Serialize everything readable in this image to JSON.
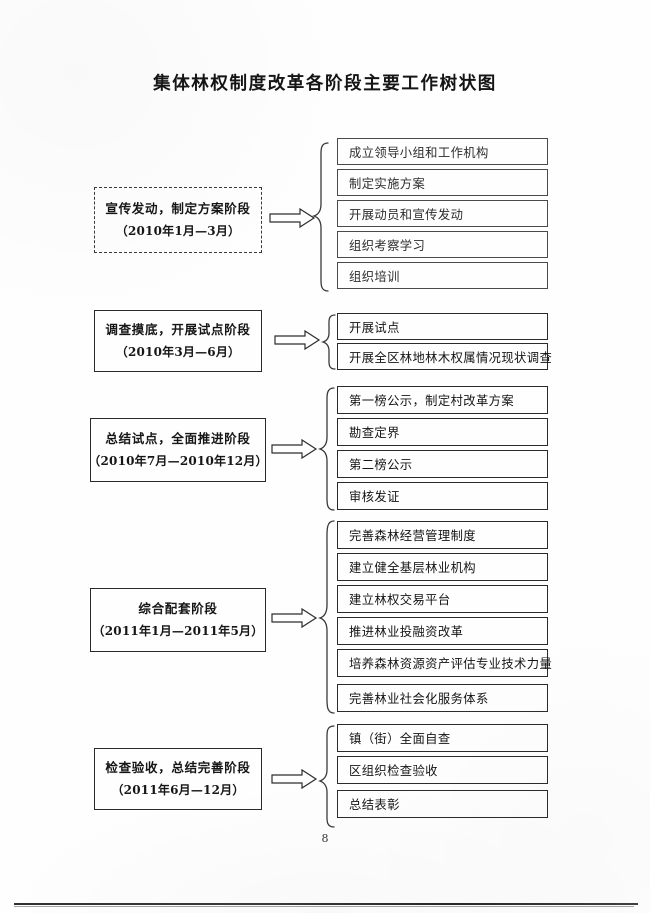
{
  "document": {
    "title": "集体林权制度改革各阶段主要工作树状图",
    "page_number": "8"
  },
  "phases": [
    {
      "name": "宣传发动，制定方案阶段",
      "period": "（2010年1月—3月）",
      "tasks": [
        "成立领导小组和工作机构",
        "制定实施方案",
        "开展动员和宣传发动",
        "组织考察学习",
        "组织培训"
      ]
    },
    {
      "name": "调查摸底，开展试点阶段",
      "period": "（2010年3月—6月）",
      "tasks": [
        "开展试点",
        "开展全区林地林木权属情况现状调查"
      ]
    },
    {
      "name": "总结试点，全面推进阶段",
      "period": "（2010年7月—2010年12月）",
      "tasks": [
        "第一榜公示，制定村改革方案",
        "勘查定界",
        "第二榜公示",
        "审核发证"
      ]
    },
    {
      "name": "综合配套阶段",
      "period": "（2011年1月—2011年5月）",
      "tasks": [
        "完善森林经营管理制度",
        "建立健全基层林业机构",
        "建立林权交易平台",
        "推进林业投融资改革",
        "培养森林资源资产评估专业技术力量",
        "完善林业社会化服务体系"
      ]
    },
    {
      "name": "检查验收，总结完善阶段",
      "period": "（2011年6月—12月）",
      "tasks": [
        "镇（街）全面自查",
        "区组织检查验收",
        "总结表彰"
      ]
    }
  ],
  "connector": {
    "arrow_icon": "right-block-arrow-icon",
    "brace_icon": "left-curly-brace-icon"
  },
  "colors": {
    "ink": "#1b1b1b",
    "paper": "#ffffff",
    "rule": "#2a2a2a"
  }
}
